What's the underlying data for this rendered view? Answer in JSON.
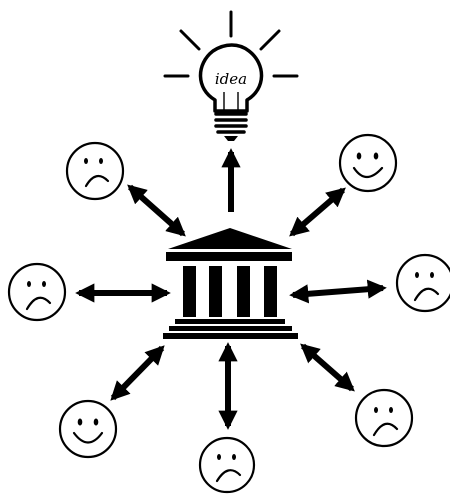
{
  "lightbulb": {
    "label": "idea",
    "icon": "lightbulb-icon"
  },
  "center": {
    "icon": "institution-building-icon"
  },
  "faces": [
    {
      "position": "top-left",
      "mood": "sad",
      "arrow": "bidirectional"
    },
    {
      "position": "top-right",
      "mood": "happy",
      "arrow": "bidirectional"
    },
    {
      "position": "left",
      "mood": "sad",
      "arrow": "bidirectional"
    },
    {
      "position": "right",
      "mood": "sad",
      "arrow": "bidirectional"
    },
    {
      "position": "bottom-left",
      "mood": "happy",
      "arrow": "bidirectional"
    },
    {
      "position": "bottom",
      "mood": "sad",
      "arrow": "bidirectional"
    },
    {
      "position": "bottom-right",
      "mood": "sad",
      "arrow": "bidirectional"
    }
  ],
  "colors": {
    "ink": "#000000",
    "background": "#ffffff"
  }
}
